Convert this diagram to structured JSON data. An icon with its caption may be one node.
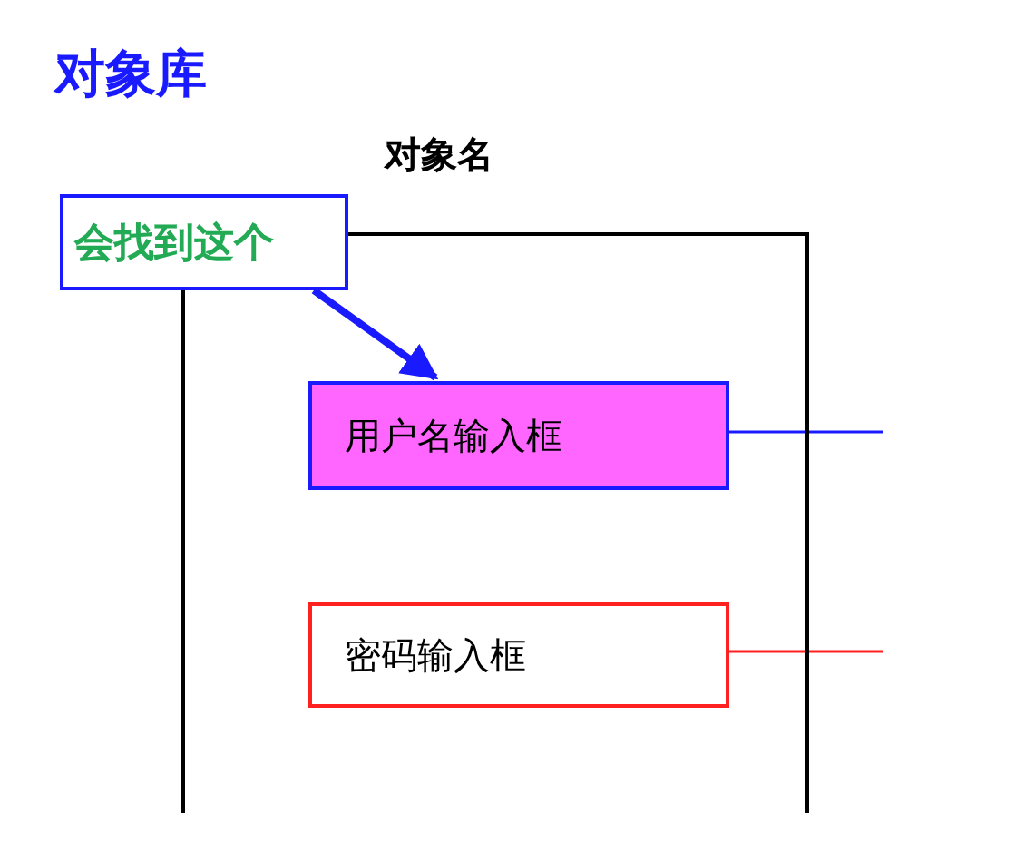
{
  "diagram": {
    "title": "对象库",
    "nodes": [
      {
        "text": [
          "对象名"
        ]
      },
      {
        "text": [
          "会找到这个"
        ]
      },
      {
        "text": [
          "用户名输入框"
        ],
        "in": 0
      },
      {
        "text": [
          "密码输入框"
        ],
        "in": 0
      }
    ],
    "edges": [
      {
        "from": 1,
        "to": 2,
        "arrow": "to",
        "style": "thick",
        "color": "#1a1aff"
      },
      {
        "from": 2,
        "to": null,
        "arrow": "none",
        "color": "#1a1aff"
      },
      {
        "from": 3,
        "to": null,
        "arrow": "none",
        "color": "#ff2020"
      }
    ]
  }
}
